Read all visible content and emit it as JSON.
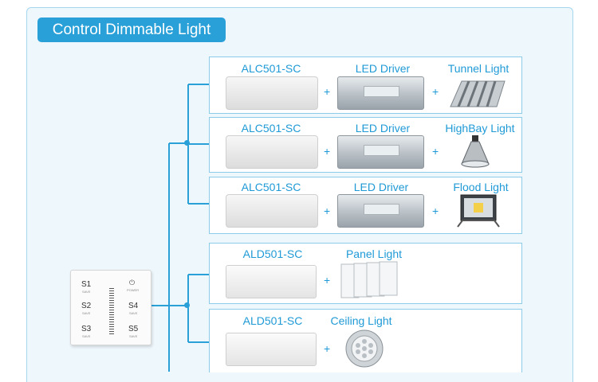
{
  "title": "Control Dimmable Light",
  "controller": {
    "keys": [
      {
        "label": "S1",
        "sub": "SAVE"
      },
      {
        "label": "S2",
        "sub": "SAVE"
      },
      {
        "label": "S3",
        "sub": "SAVE"
      },
      {
        "label": "S4",
        "sub": "SAVE"
      },
      {
        "label": "S5",
        "sub": "SAVE"
      }
    ],
    "power_label": "POWER",
    "power_icon": "power-icon"
  },
  "rows": [
    {
      "receiver": "ALC501-SC",
      "driver": "LED Driver",
      "light": "Tunnel Light",
      "light_icon": "tunnel-light-icon"
    },
    {
      "receiver": "ALC501-SC",
      "driver": "LED Driver",
      "light": "HighBay Light",
      "light_icon": "highbay-light-icon"
    },
    {
      "receiver": "ALC501-SC",
      "driver": "LED Driver",
      "light": "Flood Light",
      "light_icon": "flood-light-icon"
    },
    {
      "receiver": "ALD501-SC",
      "light": "Panel Light",
      "light_icon": "panel-light-icon"
    },
    {
      "receiver": "ALD501-SC",
      "light": "Ceiling Light",
      "light_icon": "ceiling-light-icon"
    }
  ],
  "plus": "+",
  "colors": {
    "accent": "#2aa0d8",
    "frame_bg": "#eef7fc",
    "border": "#8ccbea"
  }
}
